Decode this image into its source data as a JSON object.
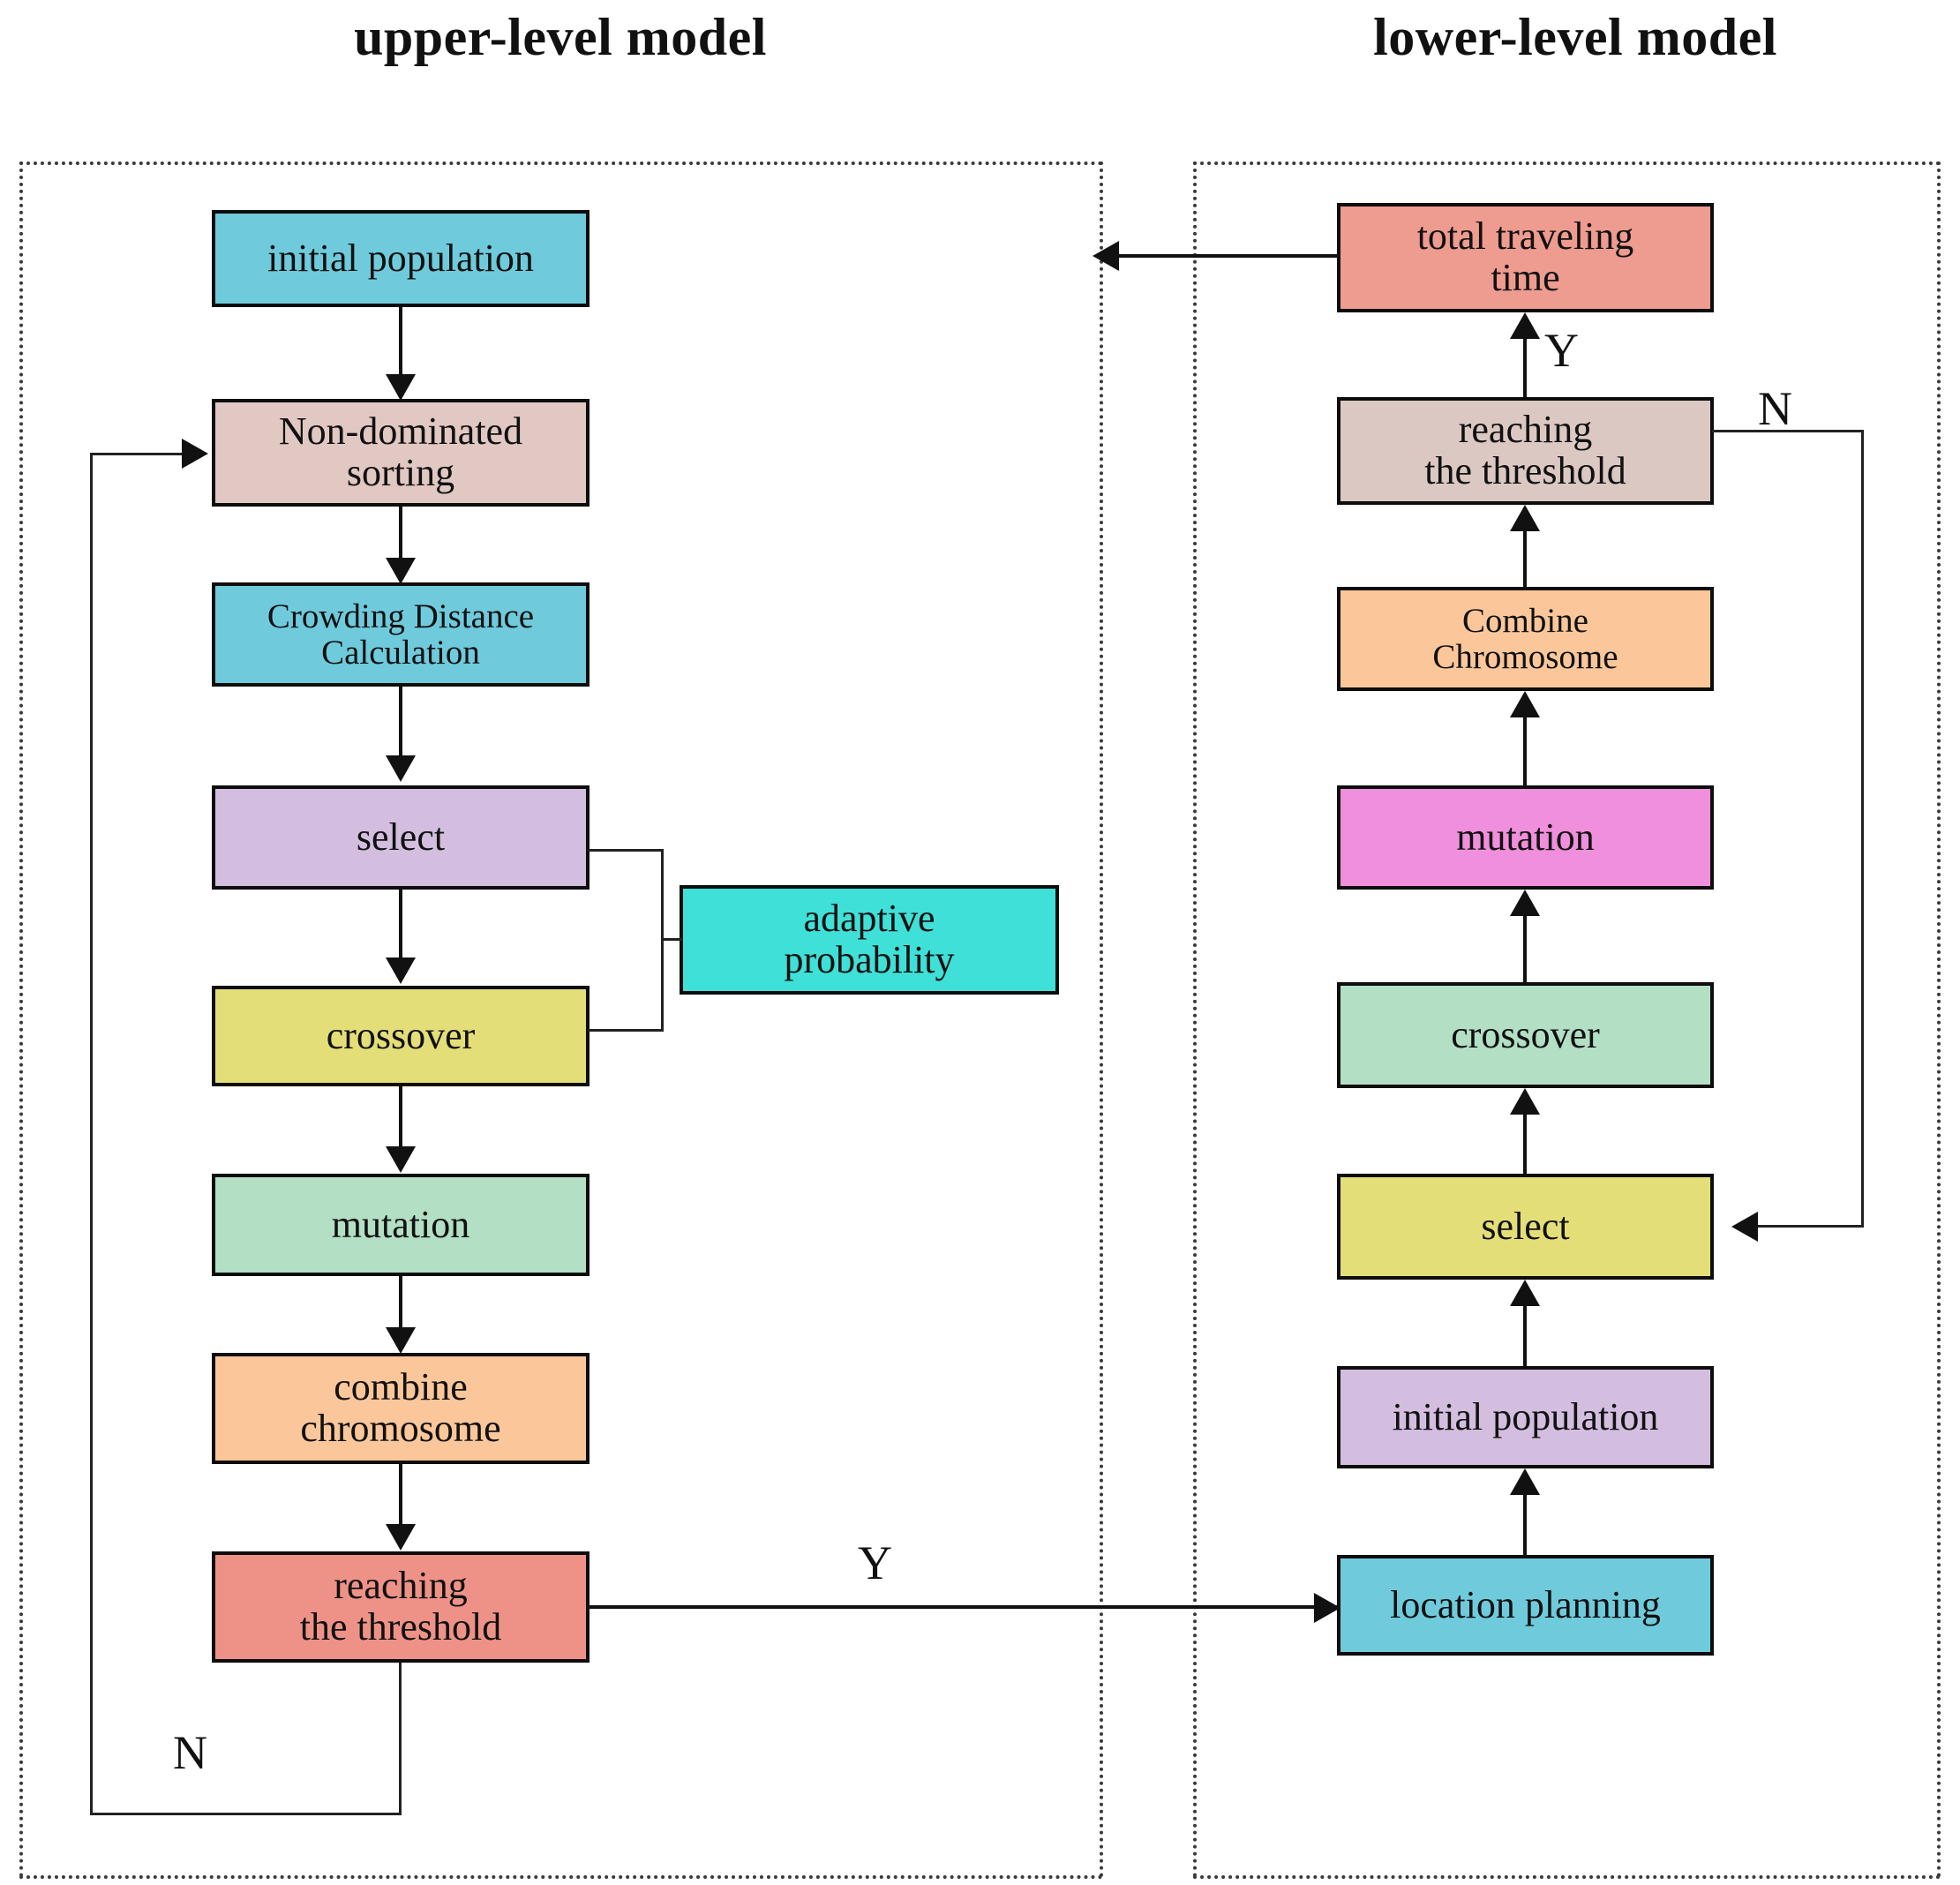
{
  "diagram": {
    "title_upper": "upper-level model",
    "title_lower": "lower-level model",
    "edge_labels": {
      "upper_no": "N",
      "upper_yes": "Y",
      "lower_yes": "Y",
      "lower_no": "N"
    }
  },
  "upper_level": {
    "nodes": [
      {
        "id": "initial-population",
        "label": "initial population",
        "color": "#6FCBDC"
      },
      {
        "id": "non-dominated-sorting",
        "label": "Non-dominated\nsorting",
        "color": "#E2C8C2"
      },
      {
        "id": "crowding-distance",
        "label": "Crowding Distance\nCalculation",
        "color": "#6FCBDC"
      },
      {
        "id": "select",
        "label": "select",
        "color": "#D3BEE0"
      },
      {
        "id": "crossover",
        "label": "crossover",
        "color": "#E4DE79"
      },
      {
        "id": "mutation",
        "label": "mutation",
        "color": "#B3DFC4"
      },
      {
        "id": "combine-chromosome",
        "label": "combine\nchromosome",
        "color": "#FBC79A"
      },
      {
        "id": "reaching-threshold",
        "label": "reaching\nthe threshold",
        "color": "#EE9288"
      },
      {
        "id": "adaptive-probability",
        "label": "adaptive\nprobability",
        "color": "#3FE0D7"
      }
    ]
  },
  "lower_level": {
    "nodes": [
      {
        "id": "total-traveling-time",
        "label": "total traveling\ntime",
        "color": "#EE9B90"
      },
      {
        "id": "reaching-threshold",
        "label": "reaching\nthe threshold",
        "color": "#DCC8C2"
      },
      {
        "id": "combine-chromosome",
        "label": "Combine\nChromosome",
        "color": "#FBC79A"
      },
      {
        "id": "mutation",
        "label": "mutation",
        "color": "#F08FDC"
      },
      {
        "id": "crossover",
        "label": "crossover",
        "color": "#B3DFC4"
      },
      {
        "id": "select",
        "label": "select",
        "color": "#E4DE79"
      },
      {
        "id": "initial-population",
        "label": "initial population",
        "color": "#D3BEE0"
      },
      {
        "id": "location-planning",
        "label": "location planning",
        "color": "#6FCBDC"
      }
    ]
  }
}
